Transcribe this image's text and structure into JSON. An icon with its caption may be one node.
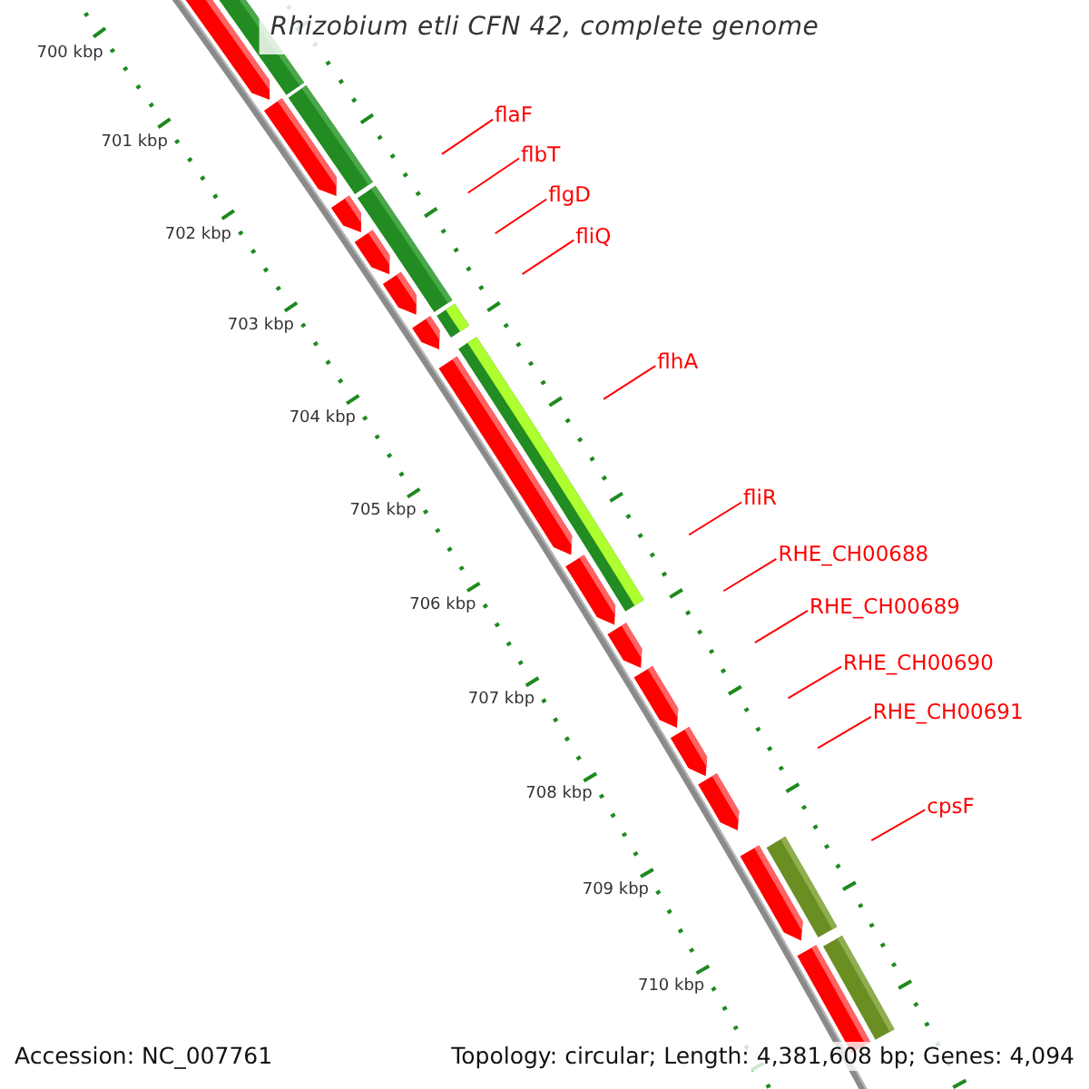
{
  "diagram": {
    "title": "Rhizobium etli CFN 42, complete genome",
    "nodes": [
      {
        "text": [
          "flaF"
        ]
      },
      {
        "text": [
          "flbT"
        ]
      },
      {
        "text": [
          "flgD"
        ]
      },
      {
        "text": [
          "fliQ"
        ]
      },
      {
        "text": [
          "flhA"
        ]
      },
      {
        "text": [
          "fliR"
        ]
      },
      {
        "text": [
          "RHE_CH00688"
        ]
      },
      {
        "text": [
          "RHE_CH00689"
        ]
      },
      {
        "text": [
          "RHE_CH00690"
        ]
      },
      {
        "text": [
          "RHE_CH00691"
        ]
      },
      {
        "text": [
          "cpsF"
        ]
      }
    ],
    "edges": [
      {
        "from": 0,
        "to": null,
        "arrow": "none"
      },
      {
        "from": 1,
        "to": null,
        "arrow": "none"
      },
      {
        "from": 2,
        "to": null,
        "arrow": "none"
      },
      {
        "from": 3,
        "to": null,
        "arrow": "none"
      },
      {
        "from": 4,
        "to": null,
        "arrow": "none"
      },
      {
        "from": 5,
        "to": null,
        "arrow": "none"
      },
      {
        "from": 6,
        "to": null,
        "arrow": "none"
      },
      {
        "from": 7,
        "to": null,
        "arrow": "none"
      },
      {
        "from": 8,
        "to": null,
        "arrow": "none"
      },
      {
        "from": 9,
        "to": null,
        "arrow": "none"
      },
      {
        "from": 10,
        "to": null,
        "arrow": "none"
      }
    ],
    "labels": [
      "700 kbp",
      "701 kbp",
      "702 kbp",
      "703 kbp",
      "704 kbp",
      "705 kbp",
      "706 kbp",
      "707 kbp",
      "708 kbp",
      "709 kbp",
      "710 kbp",
      "Accession: NC_007761",
      "Topology: circular; Length: 4,381,608 bp; Genes: 4,094"
    ]
  }
}
